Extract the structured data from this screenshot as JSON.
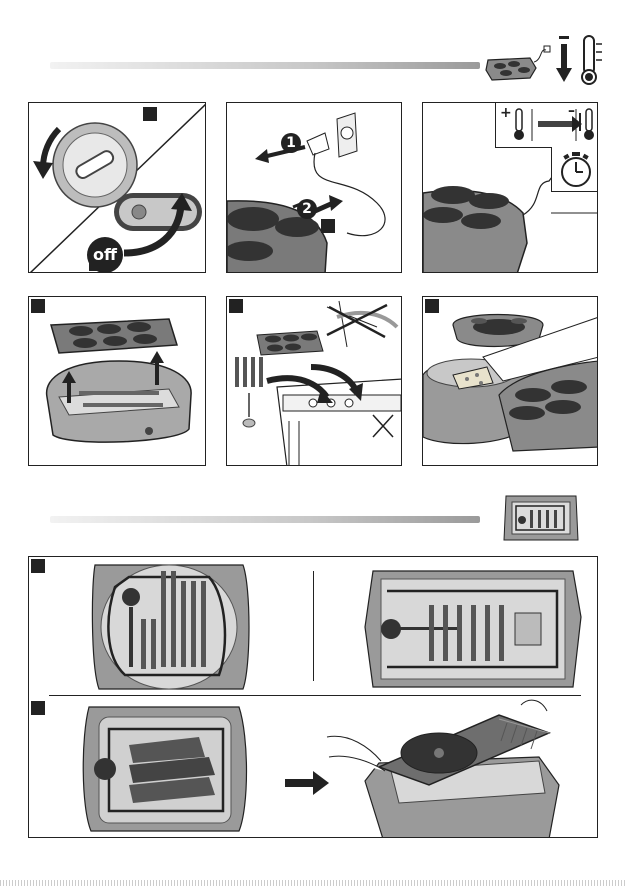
{
  "section_cooling": {
    "panel1": {
      "off_label": "off"
    },
    "panel2": {
      "step1": "1",
      "step2": "2"
    },
    "panel3": {
      "plus": "+",
      "minus": "–"
    }
  },
  "section_storage": {}
}
